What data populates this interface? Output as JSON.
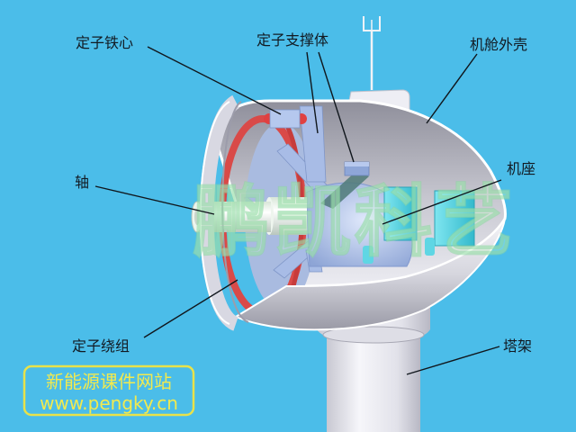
{
  "diagram": {
    "subject": "direct-drive wind turbine nacelle cutaway",
    "labels": {
      "stator_core": "定子铁心",
      "stator_support": "定子支撑体",
      "nacelle_shell": "机舱外壳",
      "shaft": "轴",
      "base": "机座",
      "stator_winding": "定子绕组",
      "tower": "塔架"
    },
    "watermark": "鹏凯科艺"
  },
  "logo": {
    "line1": "新能源课件网站",
    "line2": "www.pengky.cn"
  },
  "colors": {
    "background": "#4bbde9",
    "label_text": "#121a22",
    "logo_yellow": "#f2ea4e",
    "winding_red": "#d94a48",
    "component_blue": "#b3c6ee",
    "cyan_box": "#4fd3e2"
  }
}
